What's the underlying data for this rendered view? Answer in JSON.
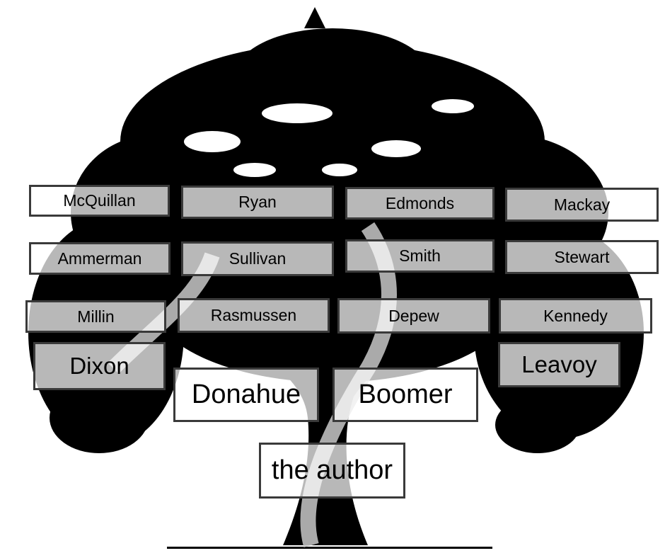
{
  "title": "Family tree",
  "colors": {
    "silhouette": "#000000",
    "box_border": "#3a3a3a",
    "box_fill": "rgba(255,255,255,0.72)"
  },
  "generations": {
    "great_great_grandparents": [
      "McQuillan",
      "Ryan",
      "Edmonds",
      "Mackay",
      "Ammerman",
      "Sullivan",
      "Smith",
      "Stewart"
    ],
    "great_grandparents": [
      "Millin",
      "Rasmussen",
      "Depew",
      "Kennedy"
    ],
    "grandparents": [
      "Dixon",
      "Leavoy"
    ],
    "parents": [
      "Donahue",
      "Boomer"
    ],
    "self": "the author"
  }
}
